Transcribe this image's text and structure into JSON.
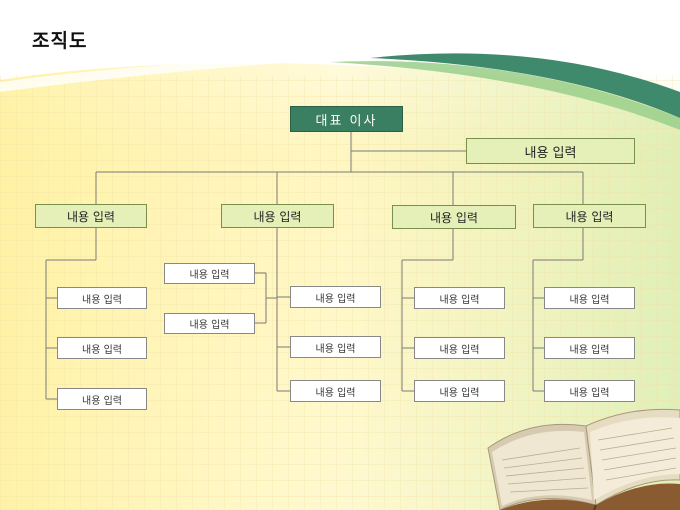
{
  "slide": {
    "title": "조직도"
  },
  "org": {
    "ceo": "대표 이사",
    "staff": "내용 입력",
    "departments": [
      {
        "label": "내용 입력",
        "children": [
          "내용 입력",
          "내용 입력",
          "내용 입력"
        ]
      },
      {
        "label": "내용 입력",
        "left_children": [
          "내용 입력",
          "내용 입력"
        ],
        "children": [
          "내용 입력",
          "내용 입력",
          "내용 입력"
        ]
      },
      {
        "label": "내용 입력",
        "children": [
          "내용 입력",
          "내용 입력",
          "내용 입력"
        ]
      },
      {
        "label": "내용 입력",
        "children": [
          "내용 입력",
          "내용 입력",
          "내용 입력"
        ]
      }
    ]
  },
  "colors": {
    "ceo_fill": "#3a7f62",
    "dept_fill": "#e5f0b8",
    "swoosh": "#3f8a6d"
  }
}
